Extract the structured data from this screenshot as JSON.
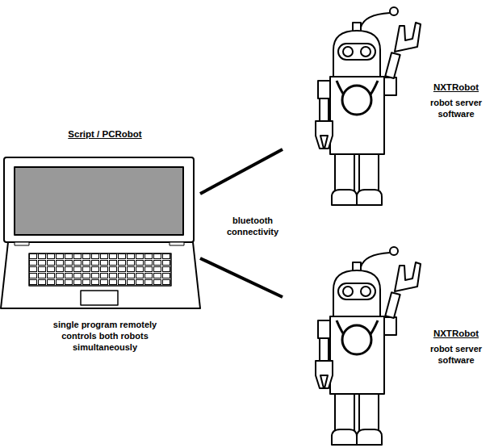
{
  "diagram": {
    "nodes": [
      {
        "text": [
          "Script / PCRobot",
          "single program remotely controls both robots simultaneously"
        ]
      },
      {
        "text": [
          "NXTRobot",
          "robot server software"
        ]
      },
      {
        "text": [
          "NXTRobot",
          "robot server software"
        ]
      }
    ],
    "edges": [
      {
        "from": 0,
        "to": 1,
        "arrow": "none"
      },
      {
        "from": 0,
        "to": 2,
        "arrow": "none"
      }
    ],
    "labels": [
      "bluetooth connectivity"
    ]
  }
}
